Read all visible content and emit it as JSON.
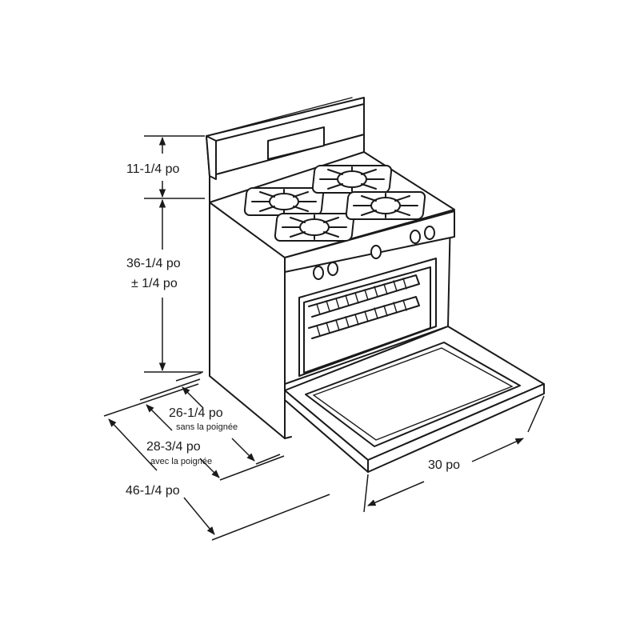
{
  "diagram": {
    "dimensions": {
      "backguard_height": "11-1/4 po",
      "cooktop_height": "36-1/4 po",
      "cooktop_height_tolerance": "± 1/4 po",
      "depth_without_handle": "26-1/4 po",
      "depth_without_handle_note": "sans la poignée",
      "depth_with_handle": "28-3/4 po",
      "depth_with_handle_note": "avec la poignée",
      "depth_door_open": "46-1/4 po",
      "width": "30 po"
    }
  }
}
